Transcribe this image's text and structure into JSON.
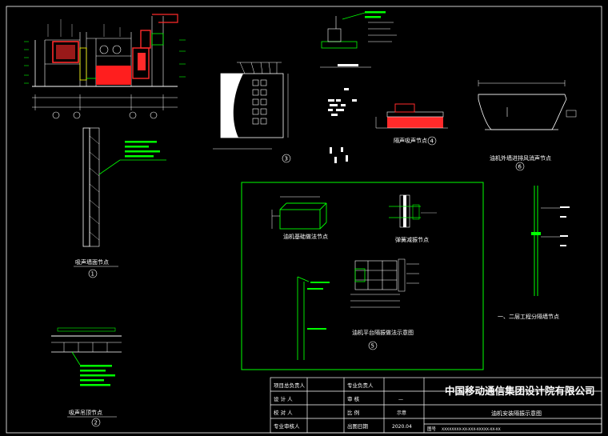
{
  "title_block": {
    "company": "中国移动通信集团设计院有限公司",
    "drawing_title": "油机安装隔振示意图",
    "rows": [
      {
        "left": "项目总负责人",
        "mid": "专业负责人",
        "val": ""
      },
      {
        "left": "设 计 人",
        "mid": "审 核",
        "val": "—"
      },
      {
        "left": "校 对 人",
        "mid": "比 例",
        "val": "示意"
      },
      {
        "left": "专业审核人",
        "mid": "出图日期",
        "val": "2020.04"
      }
    ],
    "drawing_no_label": "图号",
    "drawing_no": "XXXXXXXX-XX-XXX-XXXXX-XX-XX"
  },
  "details": {
    "d1_caption": "吸声墙面节点",
    "d1_no": "1",
    "d2_caption": "吸声吊顶节点",
    "d2_no": "2",
    "d3_no": "3",
    "d4_caption": "隔声吸声节点",
    "d4_no": "4",
    "d5_no": "5",
    "d6_caption": "油机外墙进排风消声节点",
    "d6_no": "6",
    "d7_caption": "一、二层工程分隔墙节点",
    "g_cap1": "油机基础做法节点",
    "g_cap2": "弹簧减振节点",
    "g_cap3": "油机平台隔振做法示意图"
  }
}
